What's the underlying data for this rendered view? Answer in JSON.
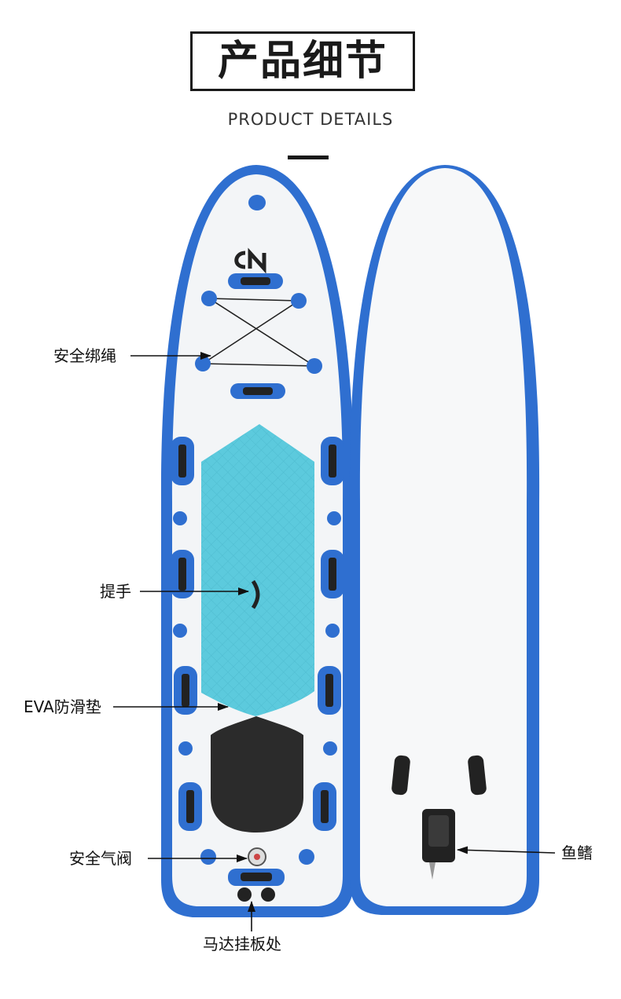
{
  "header": {
    "title": "产品细节",
    "subtitle": "PRODUCT DETAILS"
  },
  "callouts": {
    "tie_down": "安全绑绳",
    "handle": "提手",
    "eva_pad": "EVA防滑垫",
    "safety_valve": "安全气阀",
    "motor_mount": "马达挂板处",
    "fin": "鱼鳍"
  },
  "colors": {
    "board_blue": "#2f6fd0",
    "pad_teal": "#5ccadd",
    "tail_pad": "#2b2b2b",
    "board_white": "#f3f5f7"
  }
}
